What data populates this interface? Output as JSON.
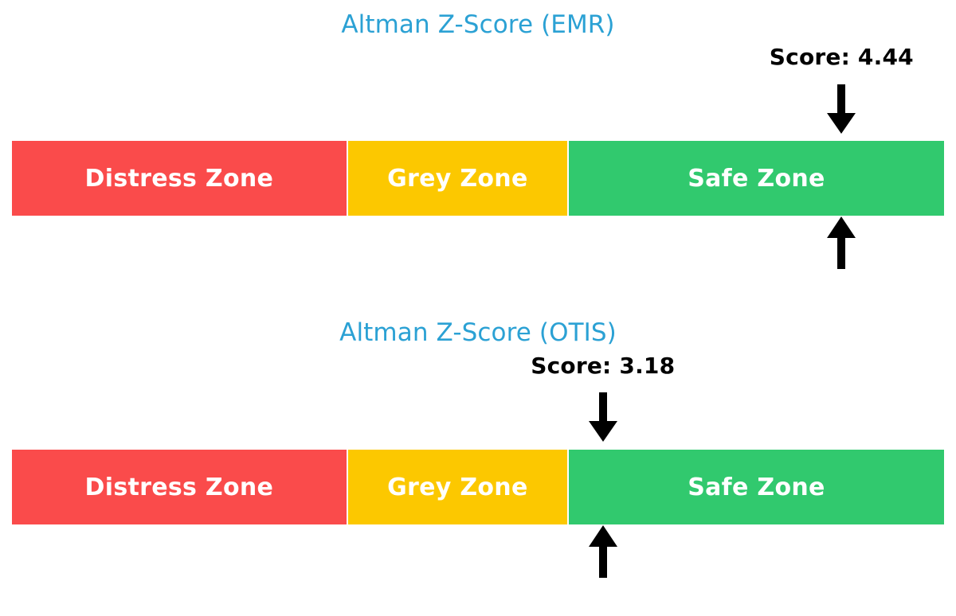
{
  "chart_data": [
    {
      "type": "bar",
      "title": "Altman Z-Score (EMR)",
      "subtitle": "",
      "xlabel": "",
      "ylabel": "",
      "orientation": "horizontal-stacked",
      "score_label": "Score: 4.44",
      "score_value": 4.44,
      "marker_position_pct": 89.0,
      "categories": [
        "Distress Zone",
        "Grey Zone",
        "Safe Zone"
      ],
      "values": [
        36.0,
        23.6,
        40.4
      ],
      "colors": [
        "#fa4b4b",
        "#fcc800",
        "#31c96e"
      ],
      "legend": "none",
      "grid": false
    },
    {
      "type": "bar",
      "title": "Altman Z-Score (OTIS)",
      "subtitle": "",
      "xlabel": "",
      "ylabel": "",
      "orientation": "horizontal-stacked",
      "score_label": "Score: 3.18",
      "score_value": 3.18,
      "marker_position_pct": 63.4,
      "categories": [
        "Distress Zone",
        "Grey Zone",
        "Safe Zone"
      ],
      "values": [
        36.0,
        23.6,
        40.4
      ],
      "colors": [
        "#fa4b4b",
        "#fcc800",
        "#31c96e"
      ],
      "legend": "none",
      "grid": false
    }
  ],
  "charts": [
    {
      "id": "emr",
      "title": "Altman Z-Score (EMR)",
      "score_label": "Score: 4.44",
      "zones": [
        {
          "label": "Distress Zone",
          "color": "#fa4b4b",
          "width_pct": 36.0
        },
        {
          "label": "Grey Zone",
          "color": "#fcc800",
          "width_pct": 23.6
        },
        {
          "label": "Safe Zone",
          "color": "#31c96e",
          "width_pct": 40.4
        }
      ],
      "marker_pct": 89.0,
      "arrow_down_icon": "arrow-down-icon",
      "arrow_up_icon": "arrow-up-icon"
    },
    {
      "id": "otis",
      "title": "Altman Z-Score (OTIS)",
      "score_label": "Score: 3.18",
      "zones": [
        {
          "label": "Distress Zone",
          "color": "#fa4b4b",
          "width_pct": 36.0
        },
        {
          "label": "Grey Zone",
          "color": "#fcc800",
          "width_pct": 23.6
        },
        {
          "label": "Safe Zone",
          "color": "#31c96e",
          "width_pct": 40.4
        }
      ],
      "marker_pct": 63.4,
      "arrow_down_icon": "arrow-down-icon",
      "arrow_up_icon": "arrow-up-icon"
    }
  ],
  "style": {
    "title_color": "#2ba1d4",
    "score_color": "#000000",
    "zone_label_color": "#ffffff",
    "background": "#ffffff",
    "arrow_color": "#000000"
  }
}
